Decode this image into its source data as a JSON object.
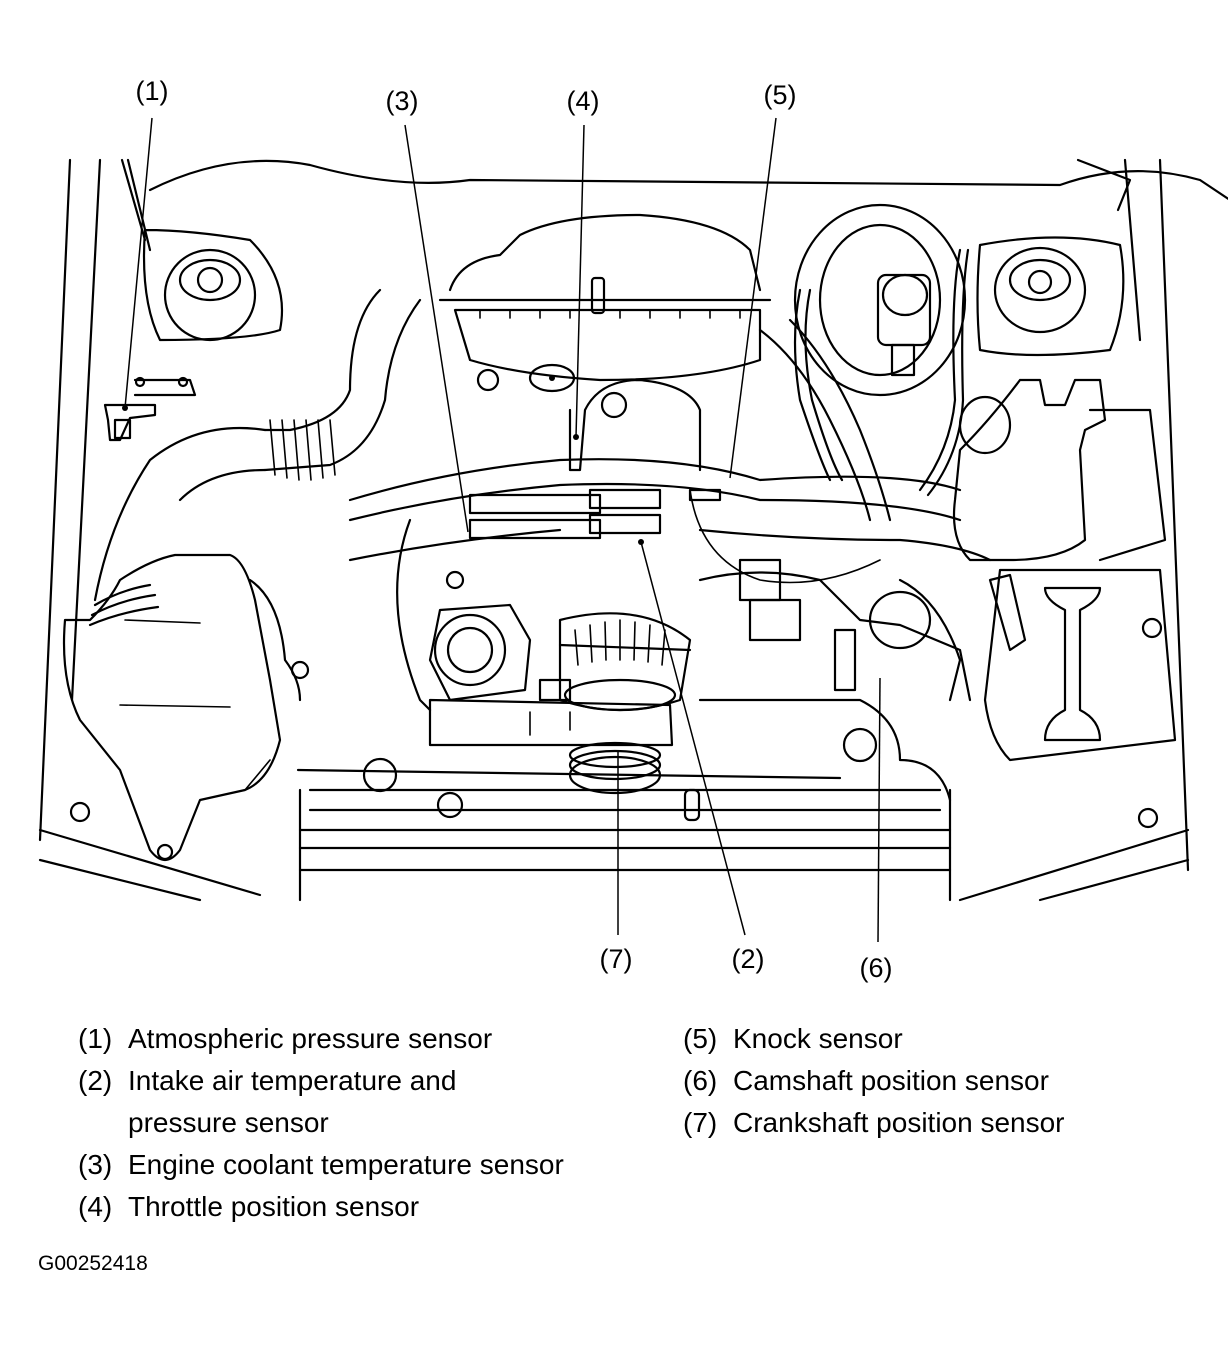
{
  "figure": {
    "title": "Engine compartment sensor locations",
    "figure_id": "G00252418"
  },
  "callouts": [
    {
      "id": "1",
      "label": "(1)"
    },
    {
      "id": "2",
      "label": "(2)"
    },
    {
      "id": "3",
      "label": "(3)"
    },
    {
      "id": "4",
      "label": "(4)"
    },
    {
      "id": "5",
      "label": "(5)"
    },
    {
      "id": "6",
      "label": "(6)"
    },
    {
      "id": "7",
      "label": "(7)"
    }
  ],
  "legend": {
    "left": [
      {
        "num": "(1)",
        "text": "Atmospheric pressure sensor"
      },
      {
        "num": "(2)",
        "text": "Intake air temperature and\npressure sensor"
      },
      {
        "num": "(3)",
        "text": "Engine coolant temperature sensor"
      },
      {
        "num": "(4)",
        "text": "Throttle position sensor"
      }
    ],
    "right": [
      {
        "num": "(5)",
        "text": "Knock sensor"
      },
      {
        "num": "(6)",
        "text": "Camshaft position sensor"
      },
      {
        "num": "(7)",
        "text": "Crankshaft position sensor"
      }
    ]
  }
}
